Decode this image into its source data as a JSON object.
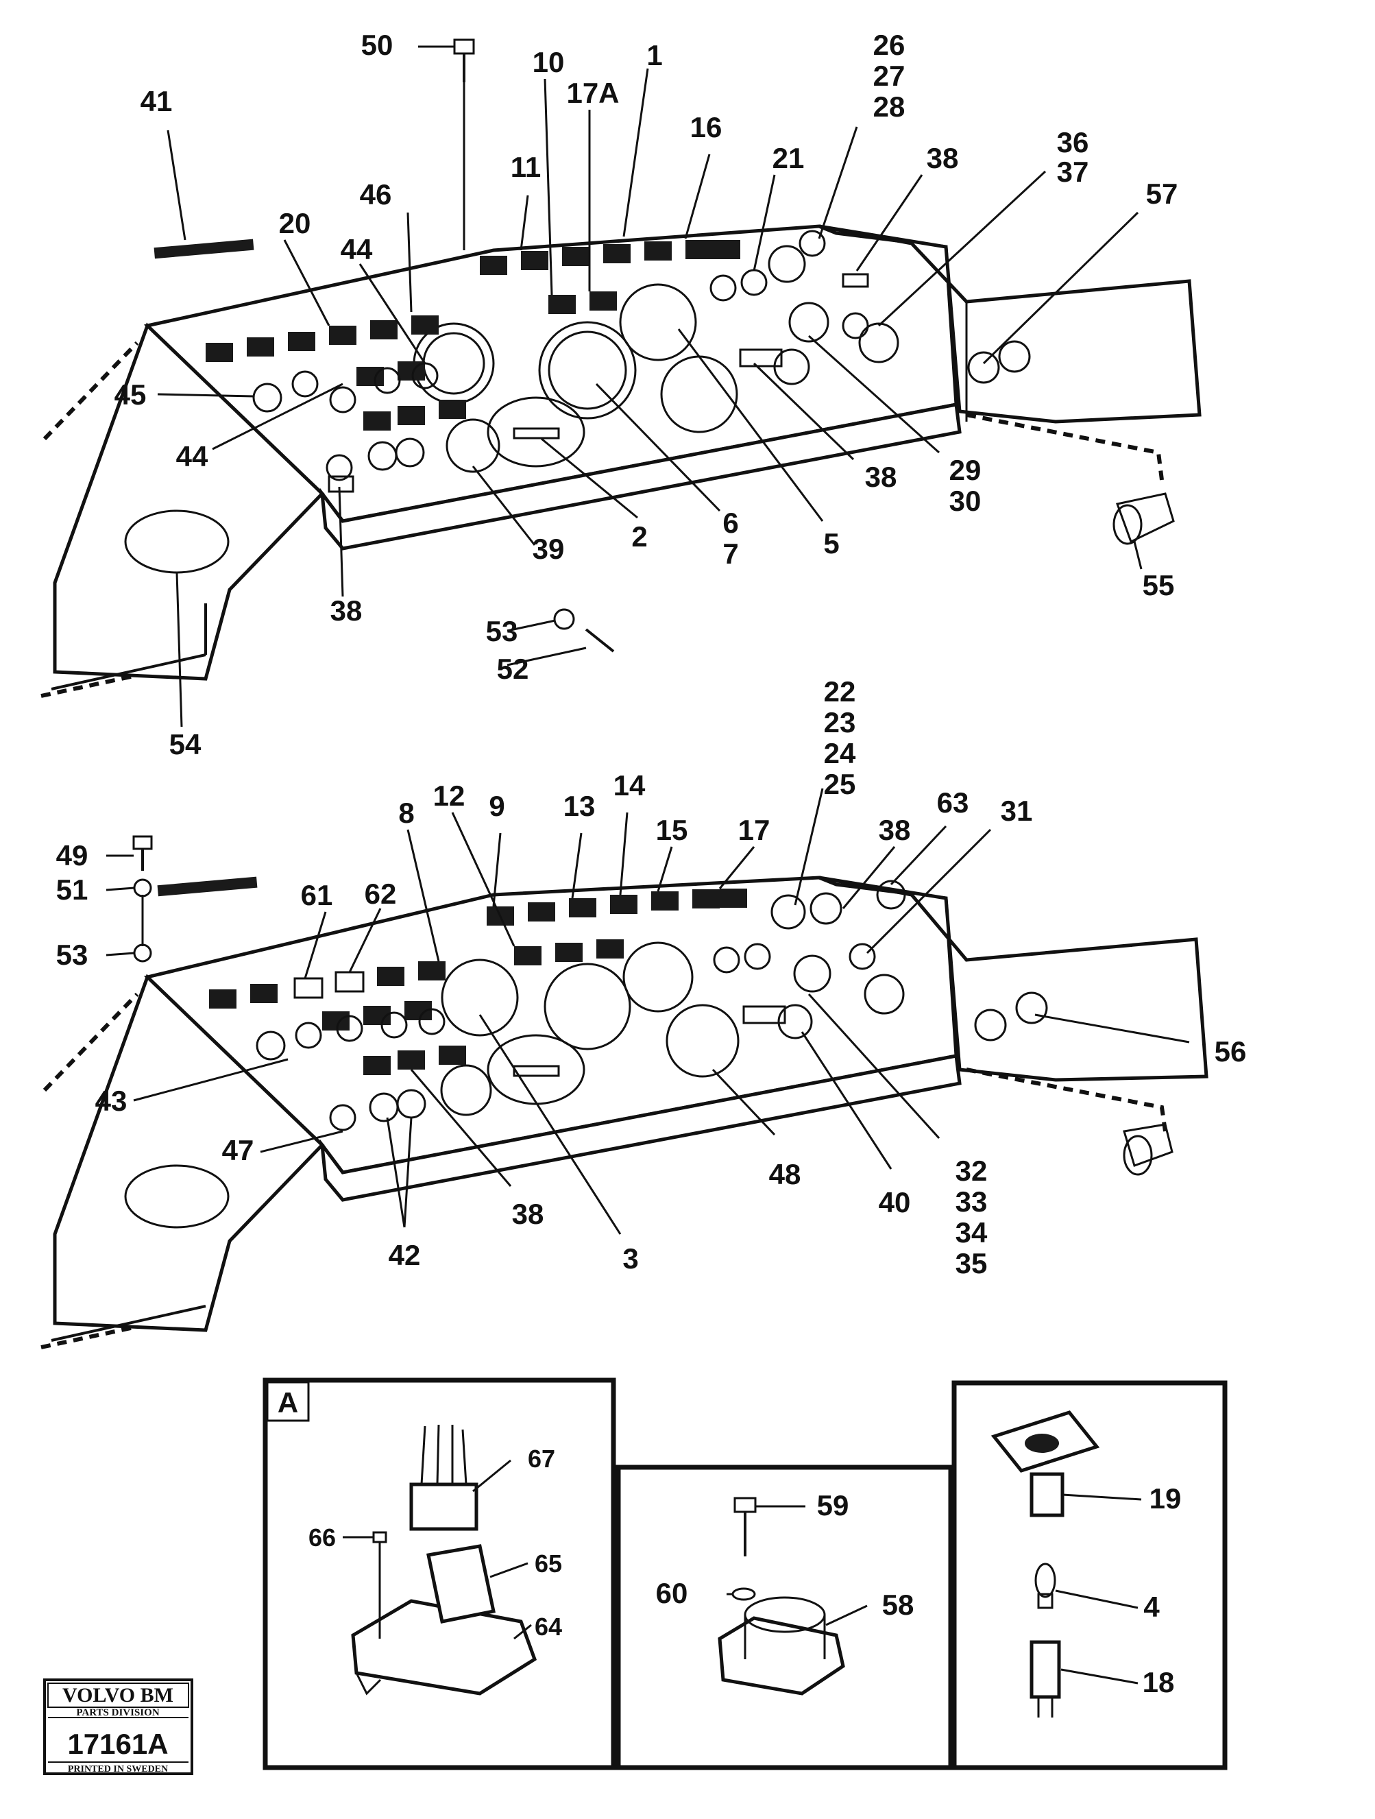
{
  "upper_labels": [
    "50",
    "10",
    "17A",
    "1",
    "26",
    "27",
    "28",
    "41",
    "16",
    "11",
    "21",
    "38",
    "36",
    "37",
    "57",
    "46",
    "20",
    "44",
    "45",
    "44",
    "38",
    "29",
    "30",
    "6",
    "7",
    "2",
    "39",
    "5",
    "55",
    "38",
    "53",
    "52",
    "54"
  ],
  "lower_labels": [
    "22",
    "23",
    "24",
    "25",
    "49",
    "8",
    "12",
    "9",
    "13",
    "14",
    "15",
    "17",
    "38",
    "63",
    "31",
    "51",
    "61",
    "62",
    "53",
    "43",
    "47",
    "48",
    "40",
    "32",
    "33",
    "34",
    "35",
    "56",
    "42",
    "38",
    "3"
  ],
  "detail_a": {
    "title": "A",
    "labels": [
      "67",
      "66",
      "65",
      "64"
    ]
  },
  "detail_b": {
    "labels": [
      "59",
      "60",
      "58"
    ]
  },
  "detail_c": {
    "labels": [
      "19",
      "4",
      "18"
    ]
  },
  "logo": {
    "brand": "VOLVO BM",
    "division": "PARTS DIVISION",
    "number": "17161A",
    "printed": "PRINTED IN SWEDEN"
  }
}
